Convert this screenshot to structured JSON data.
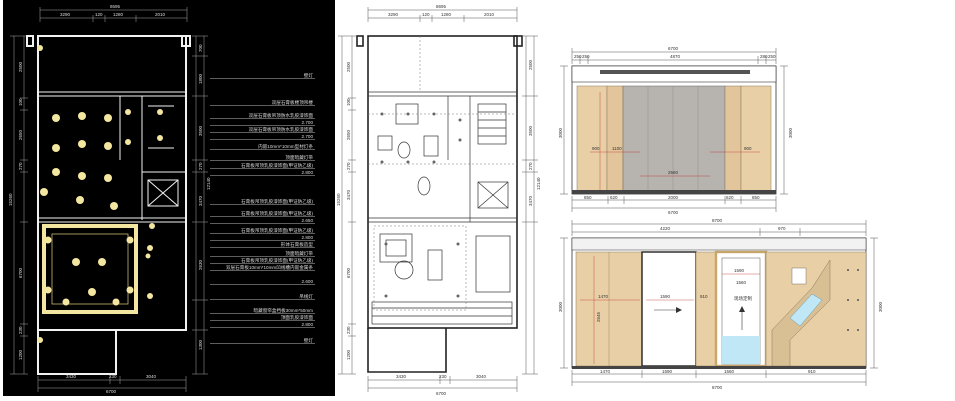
{
  "colors": {
    "dark_bg": "#000000",
    "wall_white": "#f2f2f2",
    "dim_red": "#c03030",
    "lamp_yellow": "#f3e6a0",
    "panel_beige": "#e9cfa6",
    "panel_grey": "#b7b3ae",
    "glass_blue": "#bfe7f5",
    "dim_grey": "#555555"
  },
  "plan_left": {
    "top_dims": [
      "8695",
      "3290",
      "120",
      "1280",
      "2010"
    ],
    "bottom_dims": [
      "3430",
      "230",
      "3040"
    ],
    "bottom_total": "6700",
    "left_dims": [
      "1200",
      "2500",
      "100",
      "2650",
      "270",
      "6700",
      "15260",
      "230",
      "1200"
    ],
    "right_dims": [
      "700",
      "1800",
      "3500",
      "270",
      "12140",
      "3470",
      "3470",
      "2630",
      "2800",
      "1300"
    ],
    "annotations": [
      "壁灯",
      "双层石膏板楼顶吊楼",
      "双层石膏板吊顶防水乳胶漆饰面",
      "2.700",
      "双层石膏板吊顶防水乳胶漆饰面",
      "2.700",
      "内嵌10mm*10mm型材灯条",
      "顶面暗藏灯带",
      "石膏板吊顶乳胶漆饰面(甲证防乙级)",
      "2.800",
      "石膏板吊顶乳胶漆饰面(甲证防乙级)",
      "石膏板吊顶乳胶漆饰面(甲证防乙级)",
      "2.650",
      "石膏板吊顶乳胶漆饰面(甲证防乙级)",
      "2.800",
      "形体石膏板造型",
      "顶面暗藏灯带",
      "石膏板吊顶乳胶漆饰面(甲证防乙级)",
      "双层石膏板10mm*10mm凹线槽内嵌金属条",
      "2.600",
      "吊线灯",
      "暗藏窗帘盒挡板30mm*50mm",
      "顶面乳胶漆饰面",
      "2.800",
      "壁灯"
    ]
  },
  "plan_right": {
    "top_dims": [
      "8695",
      "3290",
      "120",
      "1280",
      "2010"
    ],
    "bottom_dims": [
      "3430",
      "230",
      "3040"
    ],
    "bottom_total": "6700",
    "left_dims": [
      "1200",
      "2500",
      "100",
      "2650",
      "270",
      "3470",
      "15260",
      "6700",
      "230",
      "1200"
    ],
    "right_dims": [
      "1200",
      "2500",
      "12140",
      "3500",
      "270",
      "3470"
    ]
  },
  "elev_top": {
    "top_total": "6700",
    "top_dims": [
      "250",
      "250",
      "4870",
      "280",
      "250"
    ],
    "height": "3000",
    "inner_labels": [
      "900",
      "1100",
      "2560",
      "900"
    ],
    "bottom_dims": [
      "850",
      "620",
      "2000",
      "620",
      "850"
    ],
    "bottom_total": "6700"
  },
  "elev_bottom": {
    "top_total": "8700",
    "top_dims": [
      "4220",
      "970"
    ],
    "height": "3000",
    "inner_labels": [
      "1470",
      "1590",
      "1590",
      "2645",
      "1560",
      "910"
    ],
    "glass_label": "现场定制",
    "bottom_dims": [
      "1470",
      "1590",
      "1560",
      "910"
    ],
    "bottom_total": "8700"
  }
}
